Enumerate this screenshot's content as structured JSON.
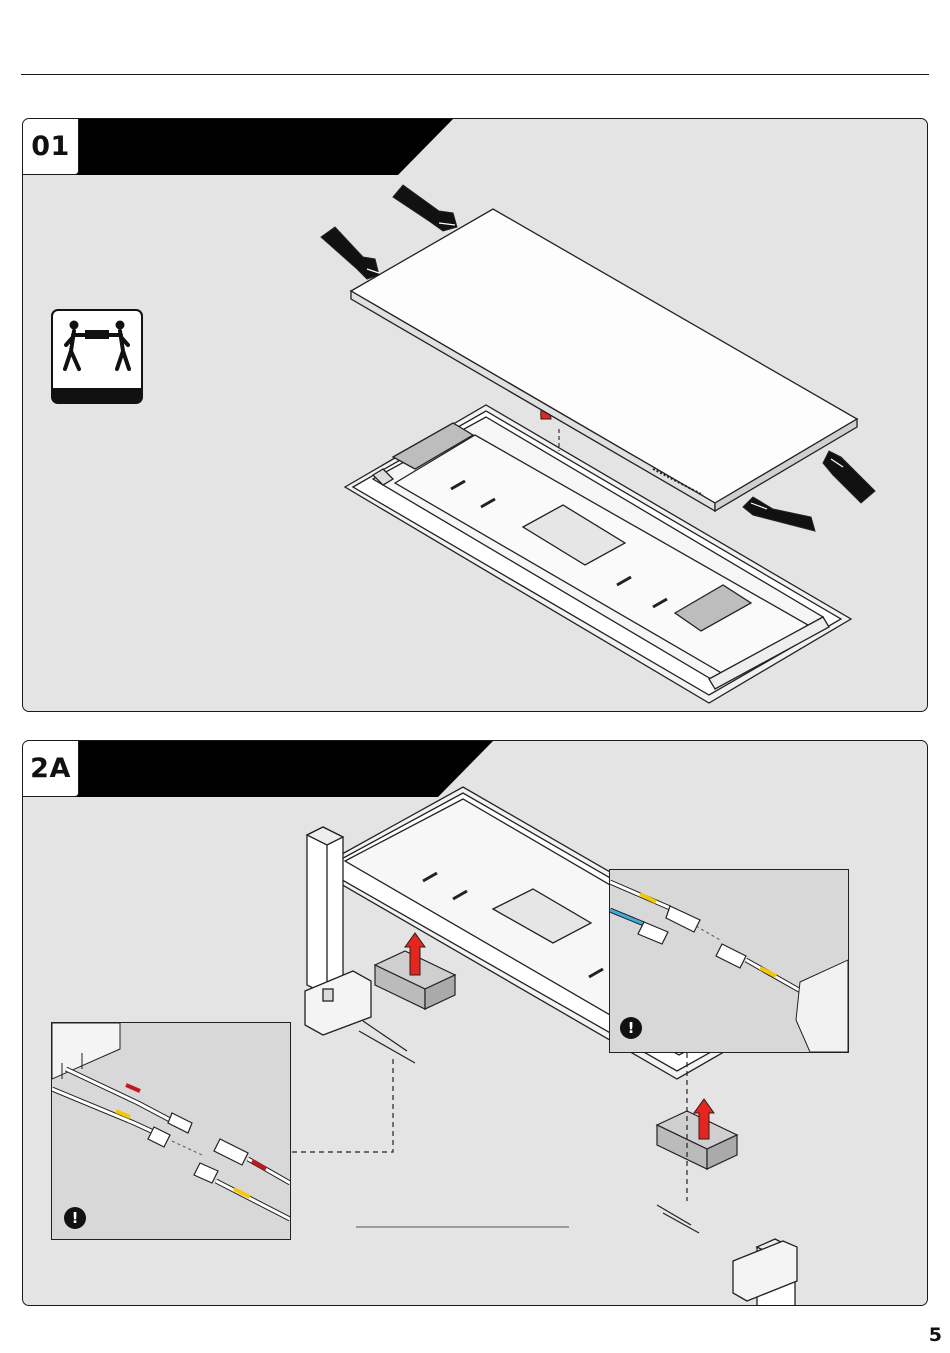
{
  "page": {
    "number": "5"
  },
  "steps": [
    {
      "id": "01",
      "label": "01"
    },
    {
      "id": "2A",
      "label": "2A"
    }
  ],
  "icons": {
    "two_person_lift": "two-person-lift-icon",
    "warning": "warning-icon",
    "lift_arrow": "lift-arrow-icon"
  },
  "notices": {
    "warning_symbol": "!"
  },
  "colors": {
    "panel_background": "#e4e4e4",
    "tab_black": "#000000",
    "arrow_red": "#e8241c",
    "cable_red": "#c8141c",
    "cable_yellow": "#f4c800",
    "cable_blue": "#44aadd"
  }
}
